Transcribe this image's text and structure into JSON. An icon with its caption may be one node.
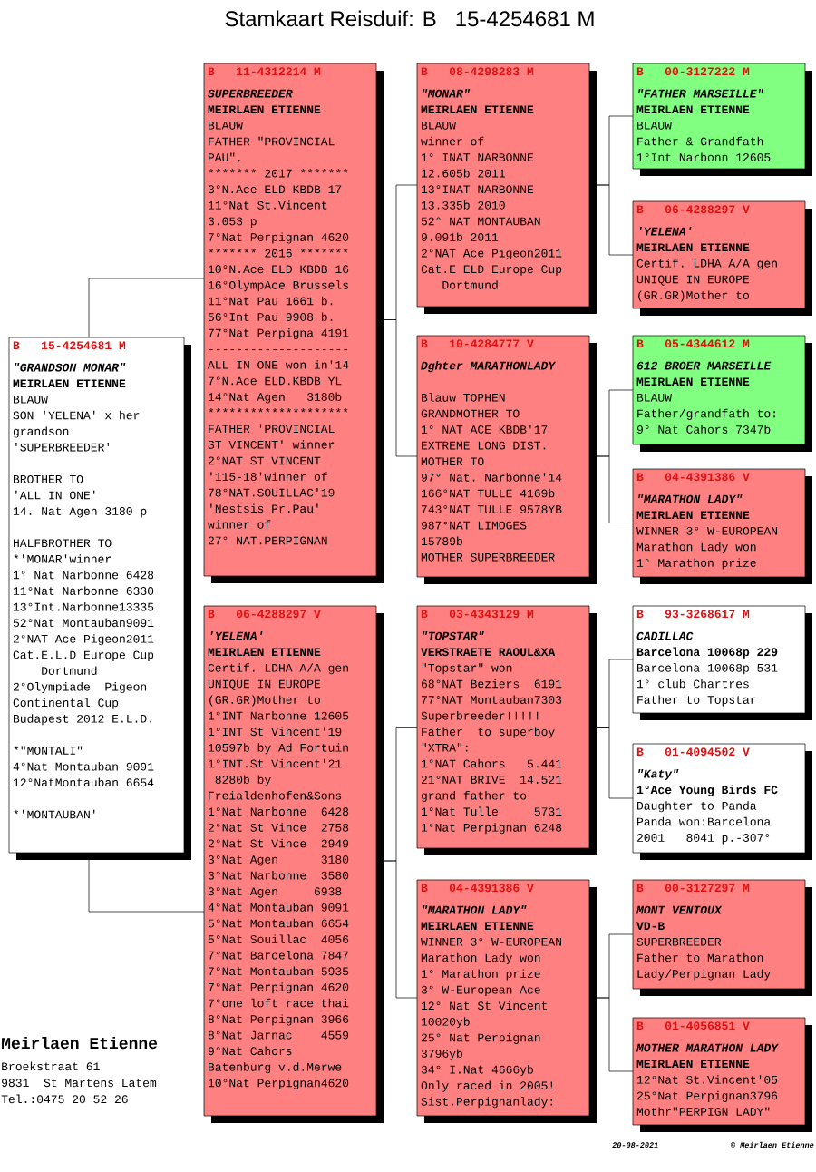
{
  "diagram": {
    "title": "Stamkaart Reisduif: B   15-4254681 M",
    "nodes": [
      {
        "text": [
          "B   15-4254681 M",
          "\"GRANDSON MONAR\"",
          "MEIRLAEN ETIENNE",
          "BLAUW",
          "SON 'YELENA' x her",
          "grandson",
          "'SUPERBREEDER'",
          "BROTHER TO",
          "'ALL IN ONE'",
          "14. Nat Agen 3180 p",
          "HALFBROTHER TO",
          "*'MONAR'winner",
          "1° Nat Narbonne 6428",
          "11°Nat Narbonne 6330",
          "13°Int.Narbonne13335",
          "52°Nat Montauban9091",
          "2°NAT Ace Pigeon2011",
          "Cat.E.L.D Europe Cup",
          "Dortmund",
          "2°Olympiade  Pigeon",
          "Continental Cup",
          "Budapest 2012 E.L.D.",
          "*\"MONTALI\"",
          "4°Nat Montauban 9091",
          "12°NatMontauban 6654",
          "*'MONTAUBAN'"
        ]
      },
      {
        "text": [
          "B   11-4312214 M",
          "SUPERBREEDER",
          "MEIRLAEN ETIENNE",
          "BLAUW",
          "FATHER \"PROVINCIAL",
          "PAU\",",
          "******* 2017 *******",
          "3°N.Ace ELD KBDB 17",
          "11°Nat St.Vincent",
          "3.053 p",
          "7°Nat Perpignan 4620",
          "******* 2016 *******",
          "10°N.Ace ELD KBDB 16",
          "16°OlympAce Brussels",
          "11°Nat Pau 1661 b.",
          "56°Int Pau 9908 b.",
          "77°Nat Perpigna 4191",
          "--------------------",
          "ALL IN ONE won in'14",
          "7°N.Ace ELD.KBDB YL",
          "14°Nat Agen   3180b",
          "********************",
          "FATHER 'PROVINCIAL",
          "ST VINCENT' winner",
          "2°NAT ST VINCENT",
          "'115-18'winner of",
          "78°NAT.SOUILLAC'19",
          "'Nestsis Pr.Pau'",
          "winner of",
          "27° NAT.PERPIGNAN"
        ]
      },
      {
        "text": [
          "B   06-4288297 V",
          "'YELENA'",
          "MEIRLAEN ETIENNE",
          "Certif. LDHA A/A gen",
          "UNIQUE IN EUROPE",
          "(GR.GR)Mother to",
          "1°INT Narbonne 12605",
          "1°INT St Vincent'19",
          "10597b by Ad Fortuin",
          "1°INT.St Vincent'21",
          "8280b by",
          "Freialdenhofen&Sons",
          "1°Nat Narbonne  6428",
          "2°Nat St Vince  2758",
          "2°Nat St Vince  2949",
          "3°Nat Agen      3180",
          "3°Nat Narbonne  3580",
          "3°Nat Agen     6938",
          "4°Nat Montauban 9091",
          "5°Nat Montauban 6654",
          "5°Nat Souillac  4056",
          "7°Nat Barcelona 7847",
          "7°Nat Montauban 5935",
          "7°Nat Perpignan 4620",
          "7°one loft race thai",
          "8°Nat Perpignan 3966",
          "8°Nat Jarnac    4559",
          "9°Nat Cahors",
          "Batenburg v.d.Merwe",
          "10°Nat Perpignan4620"
        ]
      },
      {
        "text": [
          "B   08-4298283 M",
          "\"MONAR\"",
          "MEIRLAEN ETIENNE",
          "BLAUW",
          "winner of",
          "1° INAT NARBONNE",
          "12.605b 2011",
          "13°INAT NARBONNE",
          "13.335b 2010",
          "52° NAT MONTAUBAN",
          "9.091b 2011",
          "2°NAT Ace Pigeon2011",
          "Cat.E ELD Europe Cup",
          "Dortmund"
        ]
      },
      {
        "text": [
          "B   10-4284777 V",
          "Dghter MARATHONLADY",
          "Blauw TOPHEN",
          "GRANDMOTHER TO",
          "1° NAT ACE KBDB'17",
          "EXTREME LONG DIST.",
          "MOTHER TO",
          "97° Nat. Narbonne'14",
          "166°NAT TULLE 4169b",
          "743°NAT TULLE 9578YB",
          "987°NAT LIMOGES",
          "15789b",
          "MOTHER SUPERBREEDER"
        ]
      },
      {
        "text": [
          "B   03-4343129 M",
          "\"TOPSTAR\"",
          "VERSTRAETE RAOUL&XA",
          "\"Topstar\" won",
          "68°NAT Beziers  6191",
          "77°NAT Montauban7303",
          "Superbreeder!!!!!",
          "Father  to superboy",
          "\"XTRA\":",
          "1°NAT Cahors   5.441",
          "21°NAT BRIVE  14.521",
          "grand father to",
          "1°Nat Tulle     5731",
          "1°Nat Perpignan 6248"
        ]
      },
      {
        "text": [
          "B   04-4391386 V",
          "\"MARATHON LADY\"",
          "MEIRLAEN ETIENNE",
          "WINNER 3° W-EUROPEAN",
          "Marathon Lady won",
          "1° Marathon prize",
          "3° W-European Ace",
          "12° Nat St Vincent",
          "10020yb",
          "25° Nat Perpignan",
          "3796yb",
          "34° I.Nat 4666yb",
          "Only raced in 2005!",
          "Sist.Perpignanlady:"
        ]
      },
      {
        "text": [
          "B   00-3127222 M",
          "\"FATHER MARSEILLE\"",
          "MEIRLAEN ETIENNE",
          "BLAUW",
          "Father & Grandfath",
          "1°Int Narbonn 12605"
        ]
      },
      {
        "text": [
          "B   06-4288297 V",
          "'YELENA'",
          "MEIRLAEN ETIENNE",
          "Certif. LDHA A/A gen",
          "UNIQUE IN EUROPE",
          "(GR.GR)Mother to"
        ]
      },
      {
        "text": [
          "B   05-4344612 M",
          "612 BROER MARSEILLE",
          "MEIRLAEN ETIENNE",
          "BLAUW",
          "Father/grandfath to:",
          "9° Nat Cahors 7347b"
        ]
      },
      {
        "text": [
          "B   04-4391386 V",
          "\"MARATHON LADY\"",
          "MEIRLAEN ETIENNE",
          "WINNER 3° W-EUROPEAN",
          "Marathon Lady won",
          "1° Marathon prize"
        ]
      },
      {
        "text": [
          "B   93-3268617 M",
          "CADILLAC",
          "Barcelona 10068p 229",
          "Barcelona 10068p 531",
          "1° club Chartres",
          "Father to Topstar"
        ]
      },
      {
        "text": [
          "B   01-4094502 V",
          "\"Katy\"",
          "1°Ace Young Birds FC",
          "Daughter to Panda",
          "Panda won:Barcelona",
          "2001   8041 p.-307°"
        ]
      },
      {
        "text": [
          "B   00-3127297 M",
          "MONT VENTOUX",
          "VD-B",
          "SUPERBREEDER",
          "Father to Marathon",
          "Lady/Perpignan Lady"
        ]
      },
      {
        "text": [
          "B   01-4056851 V",
          "MOTHER MARATHON LADY",
          "MEIRLAEN ETIENNE",
          "12°Nat St.Vincent'05",
          "25°Nat Perpignan3796",
          "Mothr\"PERPIGN LADY\""
        ]
      }
    ],
    "edges": [
      {
        "from": 0,
        "to": 1,
        "arrow": "none"
      },
      {
        "from": 0,
        "to": 2,
        "arrow": "none"
      },
      {
        "from": 1,
        "to": 3,
        "arrow": "none"
      },
      {
        "from": 1,
        "to": 4,
        "arrow": "none"
      },
      {
        "from": 2,
        "to": 5,
        "arrow": "none"
      },
      {
        "from": 2,
        "to": 6,
        "arrow": "none"
      },
      {
        "from": 3,
        "to": 7,
        "arrow": "none"
      },
      {
        "from": 3,
        "to": 8,
        "arrow": "none"
      },
      {
        "from": 4,
        "to": 9,
        "arrow": "none"
      },
      {
        "from": 4,
        "to": 10,
        "arrow": "none"
      },
      {
        "from": 5,
        "to": 11,
        "arrow": "none"
      },
      {
        "from": 5,
        "to": 12,
        "arrow": "none"
      },
      {
        "from": 6,
        "to": 13,
        "arrow": "none"
      },
      {
        "from": 6,
        "to": 14,
        "arrow": "none"
      }
    ],
    "labels": [
      "Meirlaen Etienne",
      "Broekstraat 61",
      "9831  St Martens Latem",
      "Tel.:0475 20 52 26",
      "20-08-2021",
      "© Meirlaen Etienne"
    ]
  }
}
